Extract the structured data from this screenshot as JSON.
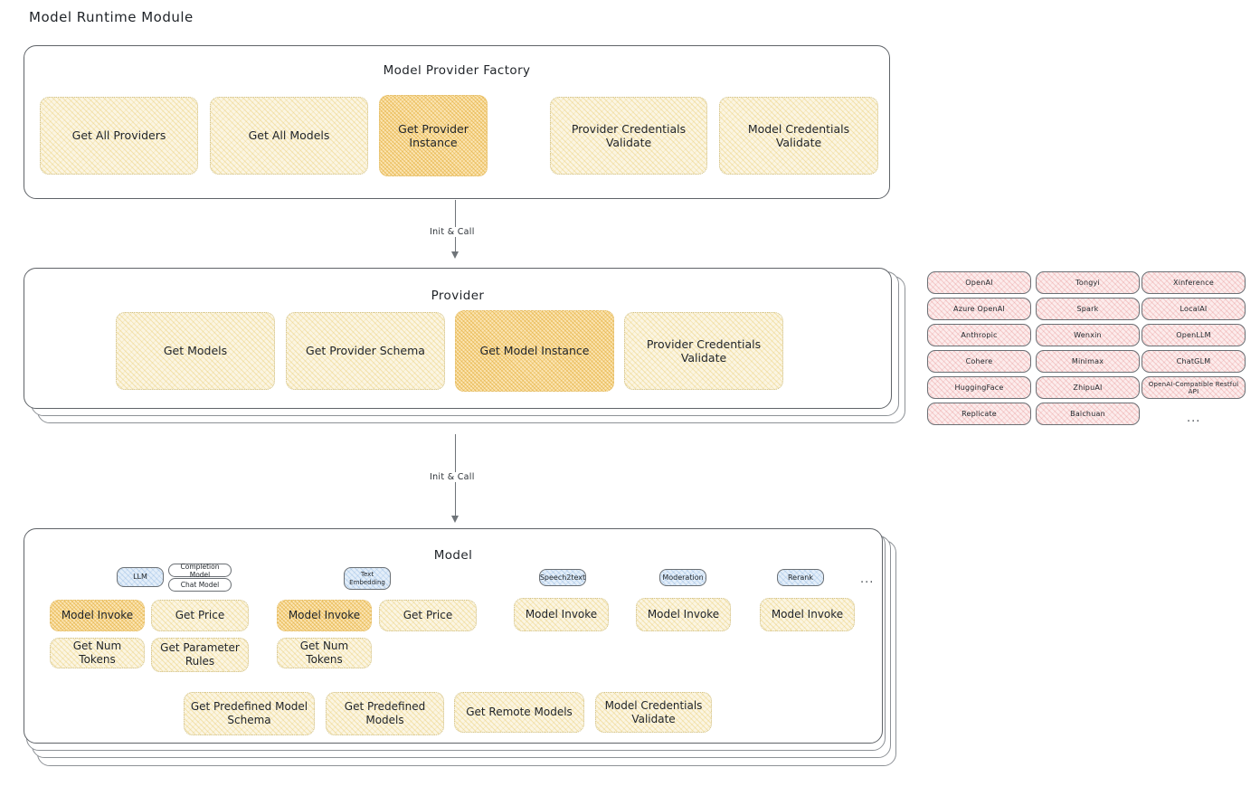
{
  "page": {
    "title": "Model Runtime Module"
  },
  "factory": {
    "label": "Model Provider Factory",
    "nodes": [
      {
        "label": "Get All Providers",
        "highlight": false
      },
      {
        "label": "Get All Models",
        "highlight": false
      },
      {
        "label": "Get Provider Instance",
        "highlight": true
      },
      {
        "label": "Provider Credentials Validate",
        "highlight": false
      },
      {
        "label": "Model Credentials Validate",
        "highlight": false
      }
    ]
  },
  "arrows": [
    {
      "label": "Init & Call"
    },
    {
      "label": "Init & Call"
    }
  ],
  "provider": {
    "label": "Provider",
    "nodes": [
      {
        "label": "Get Models",
        "highlight": false
      },
      {
        "label": "Get Provider Schema",
        "highlight": false
      },
      {
        "label": "Get Model Instance",
        "highlight": true
      },
      {
        "label": "Provider Credentials Validate",
        "highlight": false
      }
    ]
  },
  "provider_list": {
    "columns": [
      [
        "OpenAI",
        "Azure OpenAI",
        "Anthropic",
        "Cohere",
        "HuggingFace",
        "Replicate"
      ],
      [
        "Tongyi",
        "Spark",
        "Wenxin",
        "Minimax",
        "ZhipuAI",
        "Baichuan"
      ],
      [
        "Xinference",
        "LocalAI",
        "OpenLLM",
        "ChatGLM",
        "OpenAI-Compatible Restful API"
      ]
    ],
    "more": "..."
  },
  "model": {
    "label": "Model",
    "more": "...",
    "types": [
      {
        "name": "LLM",
        "sub_badges": [
          "Completion Model",
          "Chat Model"
        ],
        "methods": [
          {
            "label": "Model Invoke",
            "highlight": true
          },
          {
            "label": "Get Price",
            "highlight": false
          },
          {
            "label": "Get Num Tokens",
            "highlight": false
          },
          {
            "label": "Get Parameter Rules",
            "highlight": false
          }
        ]
      },
      {
        "name": "Text Embedding",
        "sub_badges": [],
        "methods": [
          {
            "label": "Model Invoke",
            "highlight": true
          },
          {
            "label": "Get Price",
            "highlight": false
          },
          {
            "label": "Get Num Tokens",
            "highlight": false
          }
        ]
      },
      {
        "name": "Speech2text",
        "sub_badges": [],
        "methods": [
          {
            "label": "Model Invoke",
            "highlight": false
          }
        ]
      },
      {
        "name": "Moderation",
        "sub_badges": [],
        "methods": [
          {
            "label": "Model Invoke",
            "highlight": false
          }
        ]
      },
      {
        "name": "Rerank",
        "sub_badges": [],
        "methods": [
          {
            "label": "Model Invoke",
            "highlight": false
          }
        ]
      }
    ],
    "common_methods": [
      {
        "label": "Get Predefined Model Schema"
      },
      {
        "label": "Get Predefined Models"
      },
      {
        "label": "Get Remote Models"
      },
      {
        "label": "Model Credentials Validate"
      }
    ]
  },
  "colors": {
    "node_fill": "#fbf5e2",
    "node_highlight_fill": "#fbe5b4",
    "provider_pill_fill": "#fcecec",
    "model_type_pill_fill": "#e3eef9",
    "stroke": "#5f6368"
  }
}
